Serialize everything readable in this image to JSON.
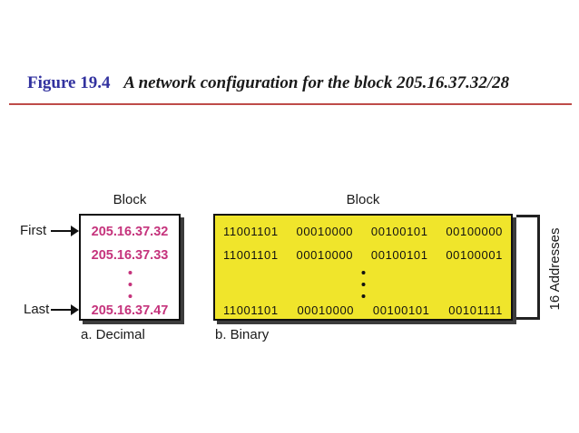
{
  "header": {
    "figure_label": "Figure 19.4",
    "figure_title": "A network configuration for the block 205.16.37.32/28"
  },
  "decimal_block": {
    "header": "Block",
    "first_label": "First",
    "last_label": "Last",
    "addresses": [
      "205.16.37.32",
      "205.16.37.33",
      "205.16.37.47"
    ],
    "ellipsis_icon": "vertical-dots",
    "caption": "a. Decimal"
  },
  "binary_block": {
    "header": "Block",
    "rows": [
      [
        "11001101",
        "00010000",
        "00100101",
        "00100000"
      ],
      [
        "11001101",
        "00010000",
        "00100101",
        "00100001"
      ],
      [
        "11001101",
        "00010000",
        "00100101",
        "00101111"
      ]
    ],
    "ellipsis_icon": "vertical-dots",
    "caption": "b. Binary",
    "side_label": "16 Addresses"
  },
  "colors": {
    "accent-blue": "#32329F",
    "rule-red": "#BE4B48",
    "pink": "#C5337C",
    "yellow": "#F0E52B",
    "ink": "#1a1a1a",
    "shadow": "#3C3C3C"
  }
}
